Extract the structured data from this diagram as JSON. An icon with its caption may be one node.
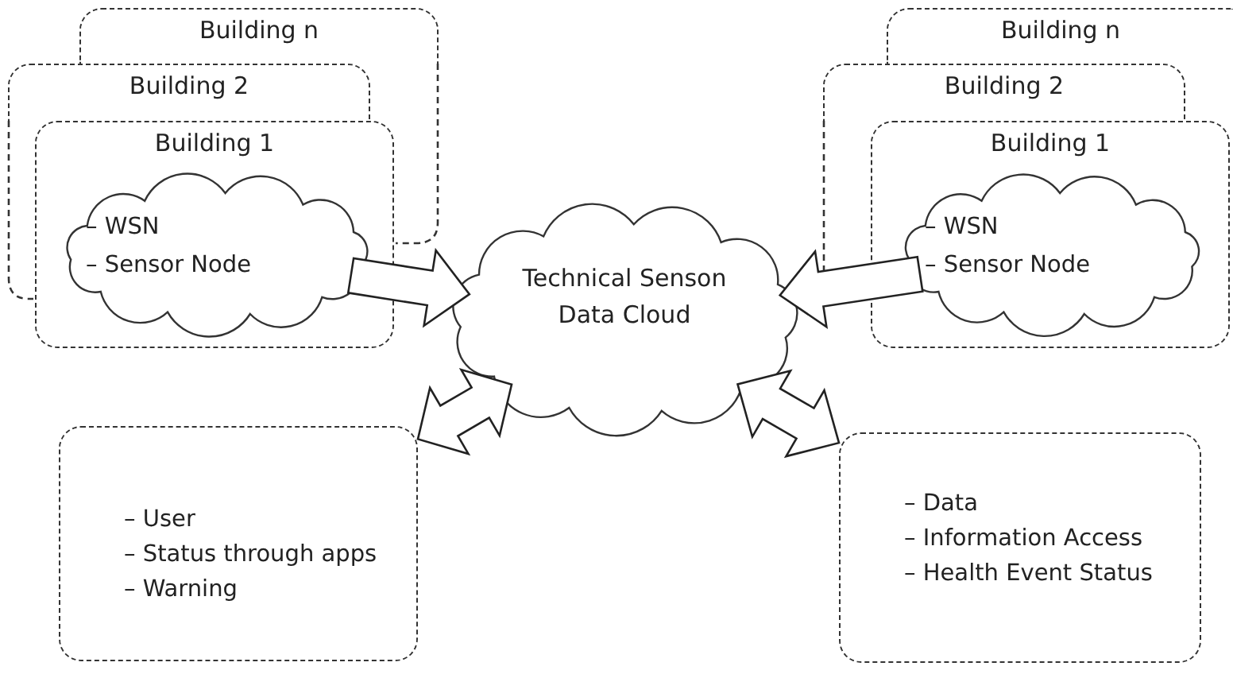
{
  "diagram": {
    "nodes": [
      {
        "text": [
          "Building n"
        ]
      },
      {
        "text": [
          "Building 2"
        ]
      },
      {
        "text": [
          "Building 1"
        ]
      },
      {
        "text": [
          "– WSN",
          "– Sensor Node"
        ],
        "in": 2
      },
      {
        "text": [
          "Building n"
        ]
      },
      {
        "text": [
          "Building 2"
        ]
      },
      {
        "text": [
          "Building 1"
        ]
      },
      {
        "text": [
          "– WSN",
          "– Sensor Node"
        ],
        "in": 6
      },
      {
        "text": [
          "Technical Senson Data Cloud"
        ]
      },
      {
        "text": [
          "– User",
          "– Status through apps",
          "– Warning"
        ]
      },
      {
        "text": [
          "– Data",
          "– Information Access",
          "– Health Event Status"
        ]
      }
    ],
    "edges": [
      {
        "from": 3,
        "to": 8,
        "arrow": "to"
      },
      {
        "from": 7,
        "to": 8,
        "arrow": "to"
      },
      {
        "from": 8,
        "to": 9,
        "arrow": "both"
      },
      {
        "from": 8,
        "to": 10,
        "arrow": "both"
      }
    ]
  }
}
